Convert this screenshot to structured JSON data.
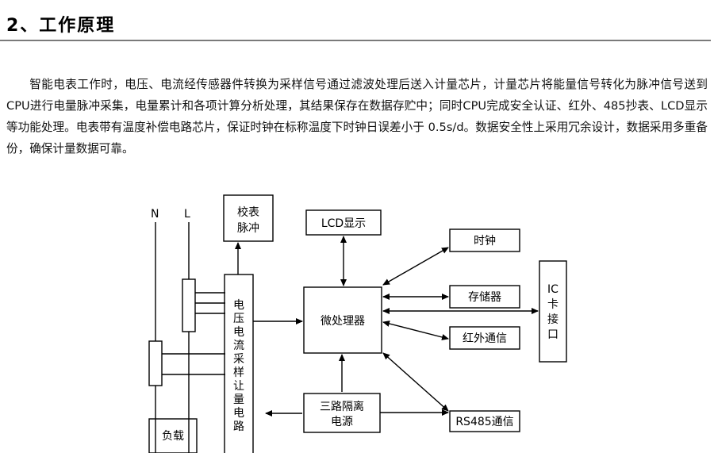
{
  "section": {
    "title": "2、工作原理",
    "paragraph": "智能电表工作时，电压、电流经传感器件转换为采样信号通过滤波处理后送入计量芯片，计量芯片将能量信号转化为脉冲信号送到 CPU进行电量脉冲采集，电量累计和各项计算分析处理，其结果保存在数据存贮中；同时CPU完成安全认证、红外、485抄表、LCD显示等功能处理。电表带有温度补偿电路芯片，保证时钟在标称温度下时钟日误差小于 0.5s/d。数据安全性上采用冗余设计，数据采用多重备份，确保计量数据可靠。"
  },
  "diagram": {
    "line_n": "N",
    "line_l": "L",
    "calibration_pulse": [
      "校表",
      "脉冲"
    ],
    "lcd_display": "LCD显示",
    "clock": "时钟",
    "storage": "存储器",
    "infrared": "红外通信",
    "ic_card": [
      "IC",
      "卡",
      "接",
      "口"
    ],
    "microprocessor": "微处理器",
    "sampling_circuit": [
      "电",
      "压",
      "电",
      "流",
      "采",
      "样",
      "让",
      "量",
      "电",
      "路"
    ],
    "power_supply": [
      "三路隔离",
      "电源"
    ],
    "rs485": "RS485通信",
    "load": "负载"
  }
}
